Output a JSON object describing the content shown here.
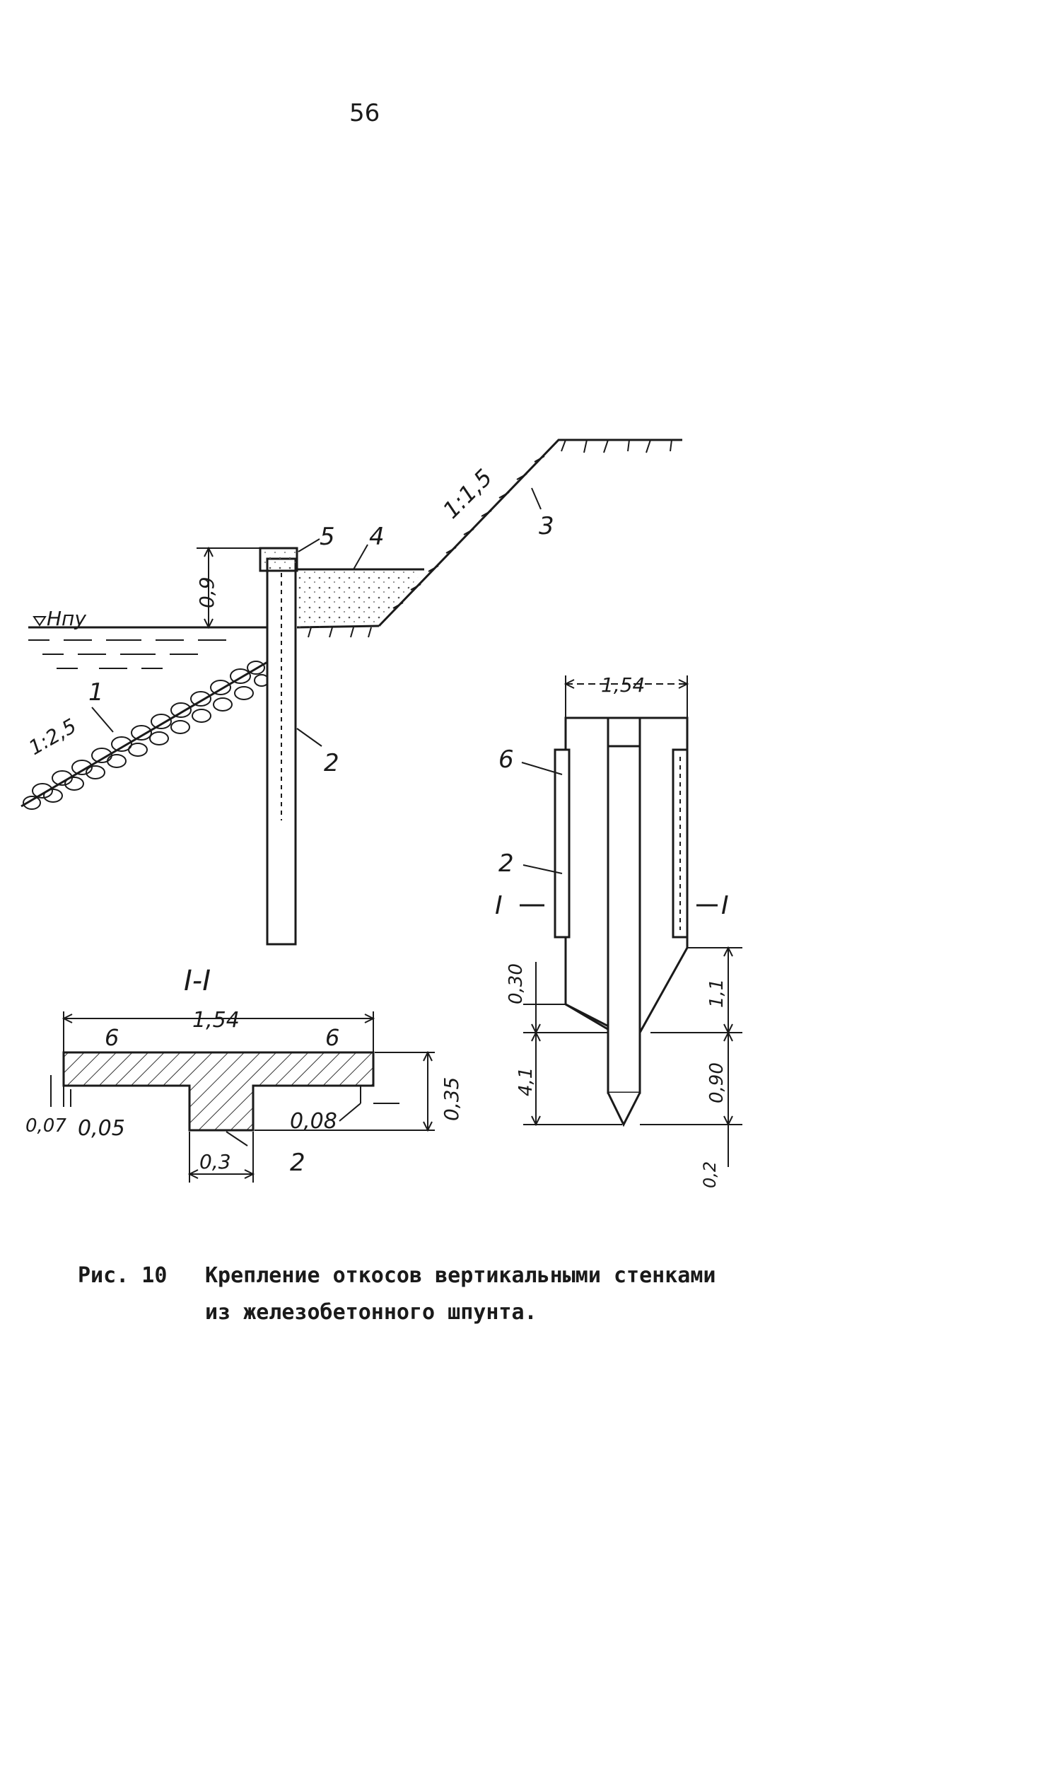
{
  "page_number": "56",
  "drawing": {
    "left_view": {
      "slope_upper": "1:1,5",
      "slope_lower": "1:2,5",
      "water_level": "Нпу",
      "height_dim": "0,9",
      "callouts": [
        "1",
        "2",
        "3",
        "4",
        "5"
      ]
    },
    "section": {
      "title": "I-I",
      "width_dim": "1,54",
      "height_dim": "0,35",
      "rib_width": "0,3",
      "dim_007": "0,07",
      "dim_005": "0,05",
      "dim_008": "0,08",
      "callouts": [
        "6",
        "6",
        "2"
      ]
    },
    "elevation": {
      "width_dim": "1,54",
      "callouts": [
        "6",
        "2"
      ],
      "section_marks": [
        "I",
        "I"
      ],
      "dims": [
        "0,30",
        "1,1",
        "4,1",
        "0,90",
        "0,2"
      ]
    }
  },
  "caption": {
    "label": "Рис. 10",
    "line1": "Крепление откосов вертикальными стенками",
    "line2": "из железобетонного шпунта."
  }
}
